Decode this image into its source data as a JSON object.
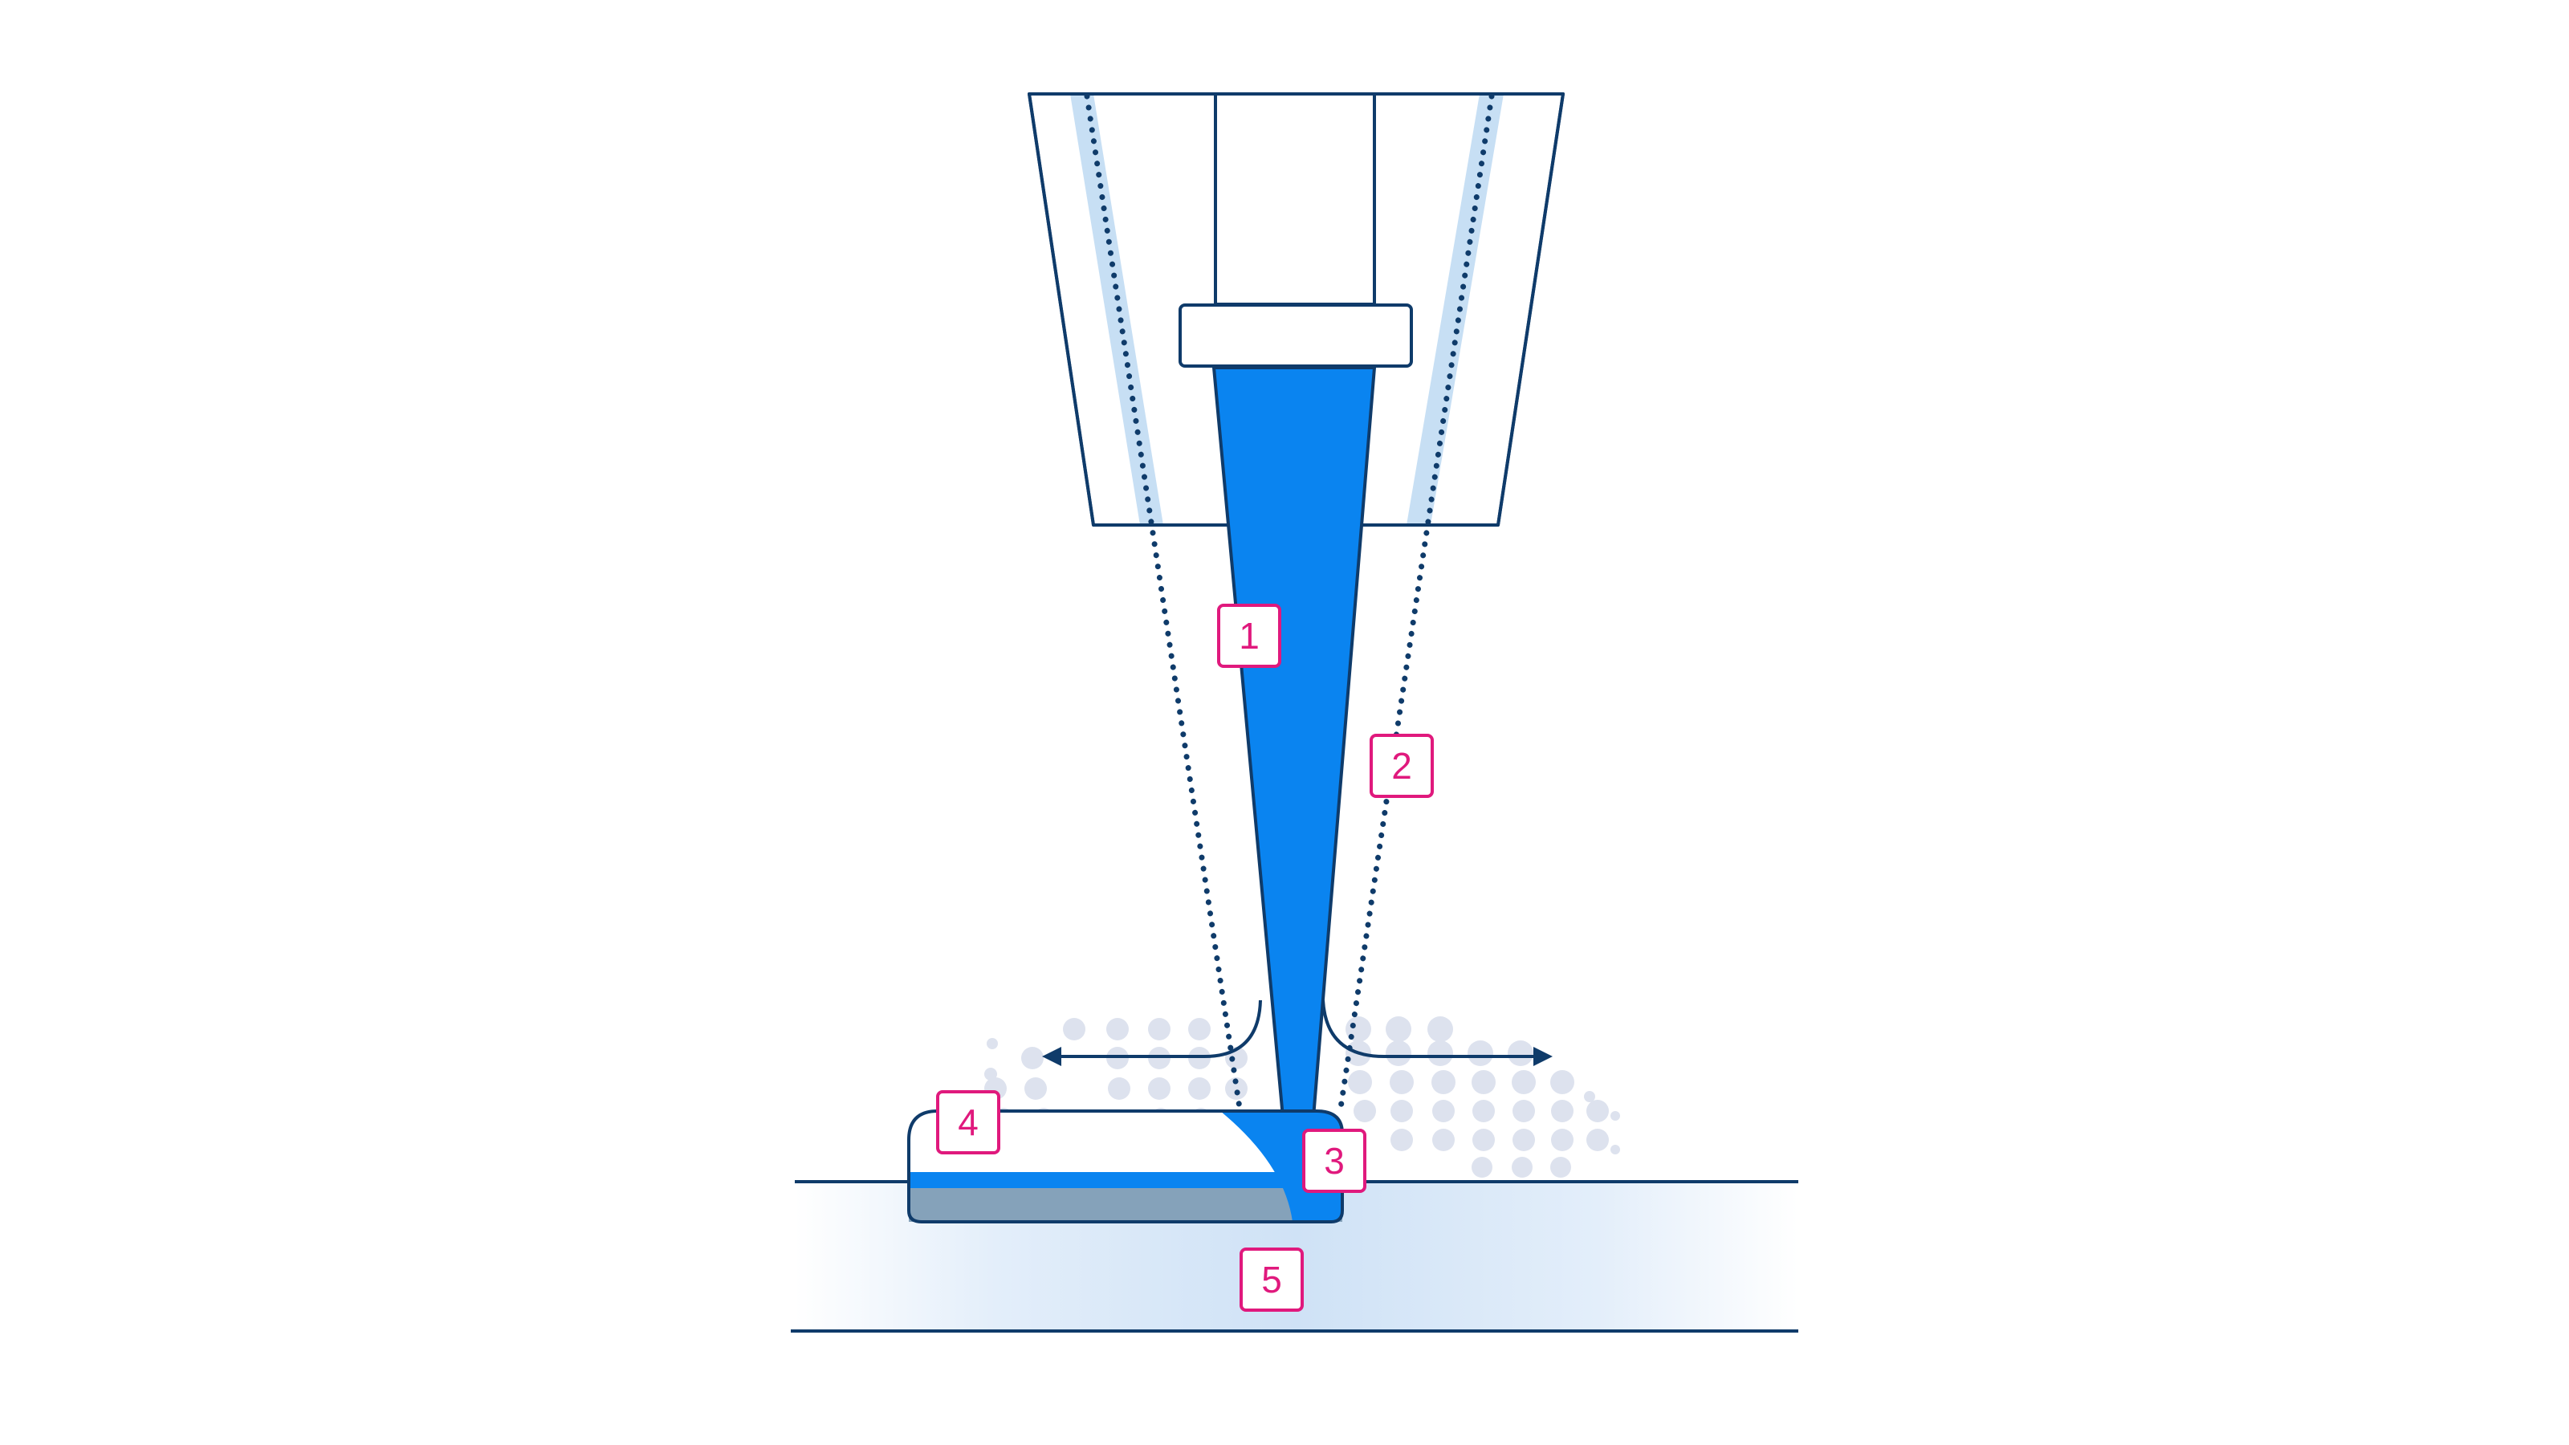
{
  "colors": {
    "outline": "#0f3b6a",
    "laser_beam": "#0a84f0",
    "gas_band": "#c7dff4",
    "substrate_fill": "#d5e6f7",
    "particles": "#dde2ee",
    "marker": "#e0197d",
    "deposit_bottom": "#85a2ba"
  },
  "markers": [
    {
      "label": "1"
    },
    {
      "label": "2"
    },
    {
      "label": "3"
    },
    {
      "label": "4"
    },
    {
      "label": "5"
    }
  ]
}
